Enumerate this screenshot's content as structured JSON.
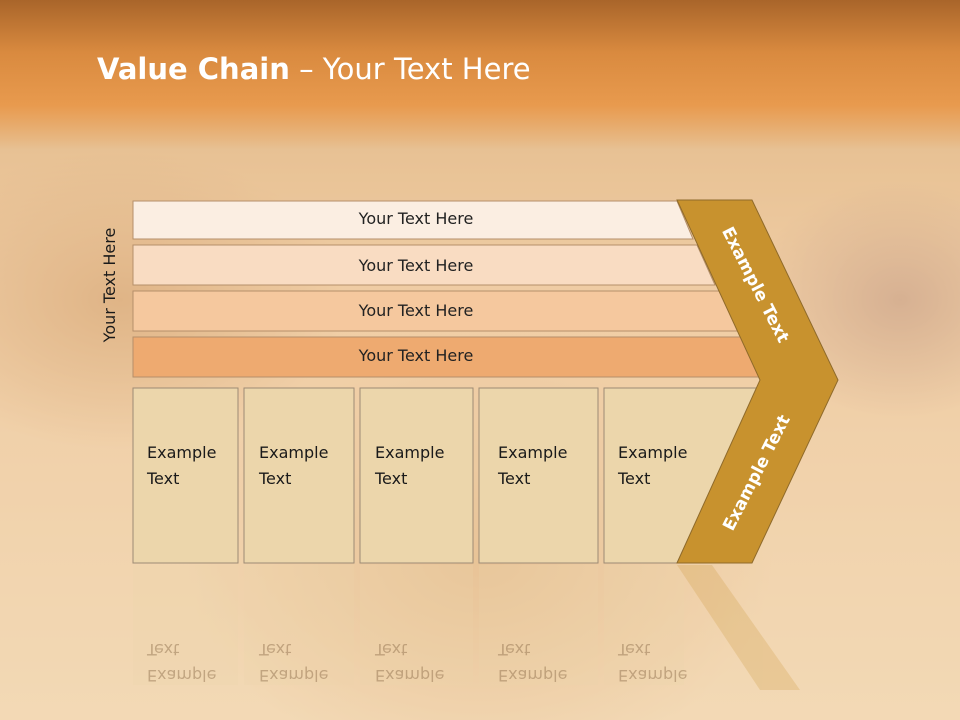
{
  "title": {
    "bold": "Value Chain",
    "rest": " – Your Text Here"
  },
  "side_label": "Your Text Here",
  "rows": [
    {
      "label": "Your Text Here",
      "color": "#fbeee2"
    },
    {
      "label": "Your Text Here",
      "color": "#f9dcc2"
    },
    {
      "label": "Your Text Here",
      "color": "#f5c89e"
    },
    {
      "label": "Your Text Here",
      "color": "#eeaa70"
    }
  ],
  "boxes": [
    {
      "line1": "Example",
      "line2": "Text"
    },
    {
      "line1": "Example",
      "line2": "Text"
    },
    {
      "line1": "Example",
      "line2": "Text"
    },
    {
      "line1": "Example",
      "line2": "Text"
    },
    {
      "line1": "Example",
      "line2": "Text"
    }
  ],
  "chevron_top": "Example Text",
  "chevron_bottom": "Example Text",
  "colors": {
    "chevron": "#c8922e",
    "box": "#ecd6ab",
    "title_band": "#e08f45"
  }
}
